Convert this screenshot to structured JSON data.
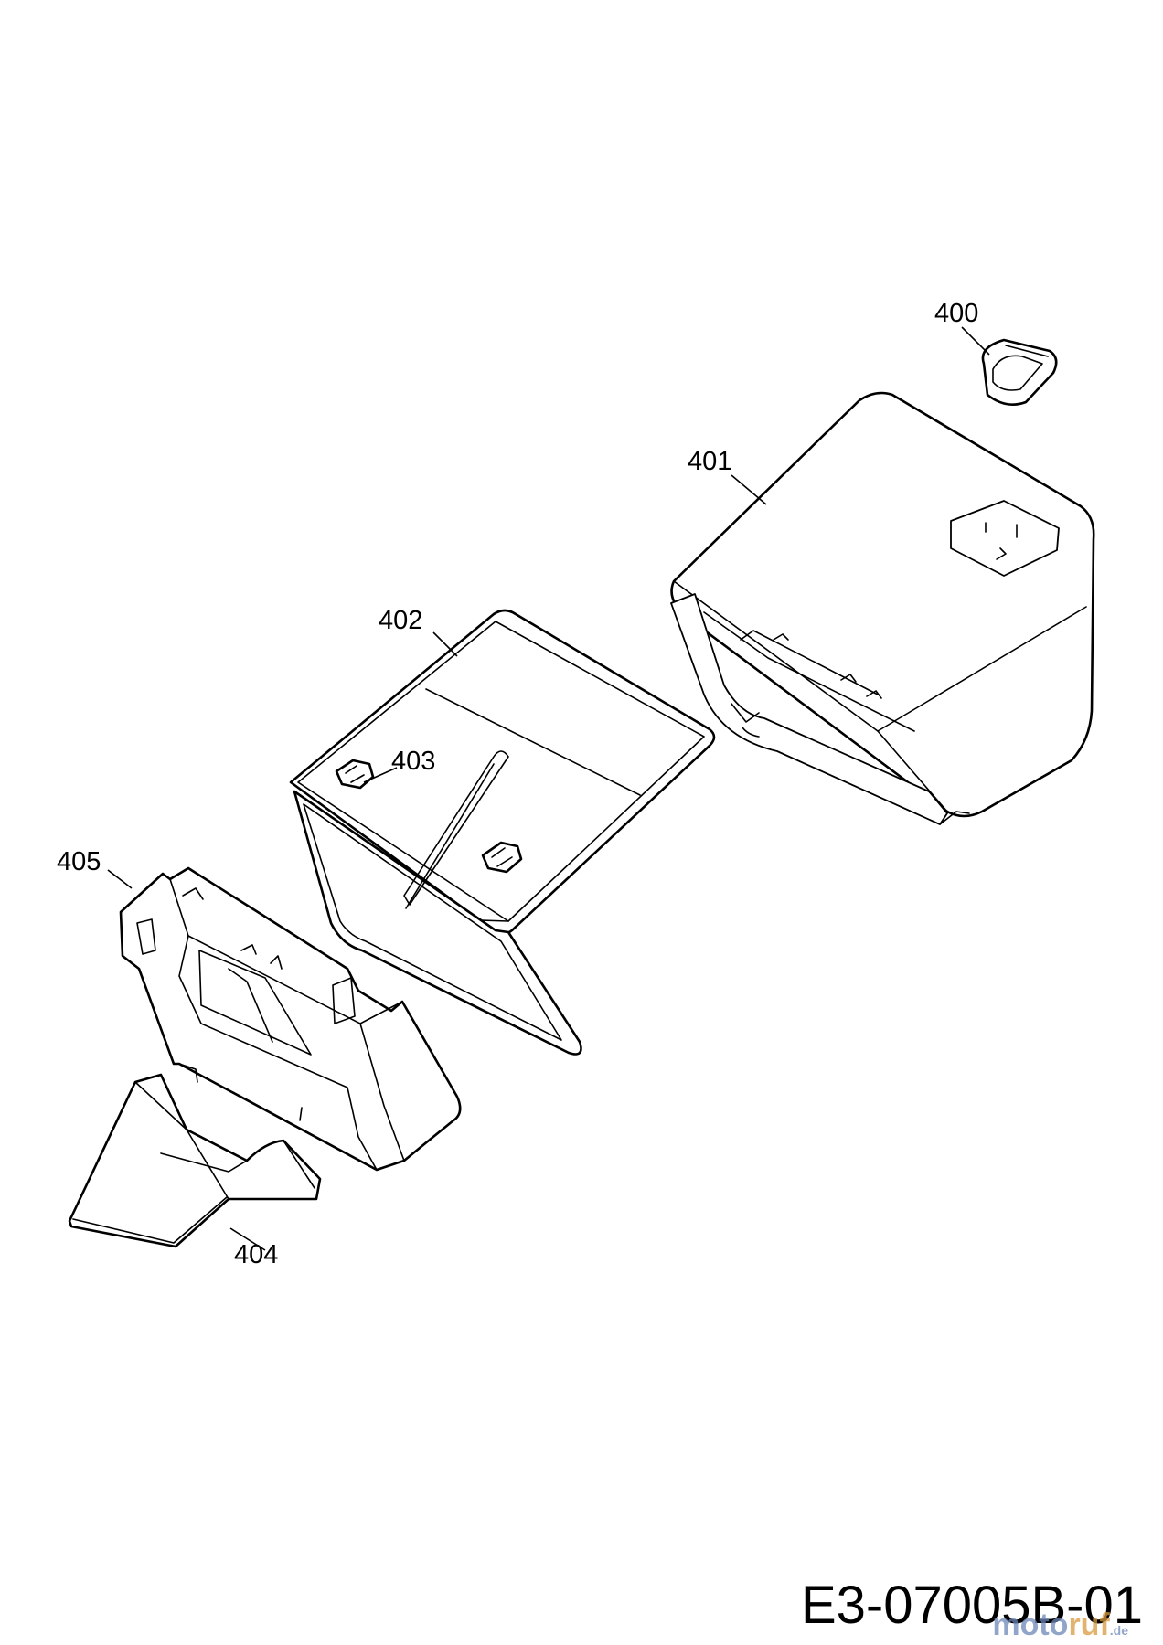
{
  "callouts": {
    "p400": "400",
    "p401": "401",
    "p402": "402",
    "p403": "403",
    "p404": "404",
    "p405": "405"
  },
  "drawing_code": "E3-07005B-01",
  "watermark": {
    "part1": "moto",
    "part2": "ruf",
    "part3": ".de"
  }
}
